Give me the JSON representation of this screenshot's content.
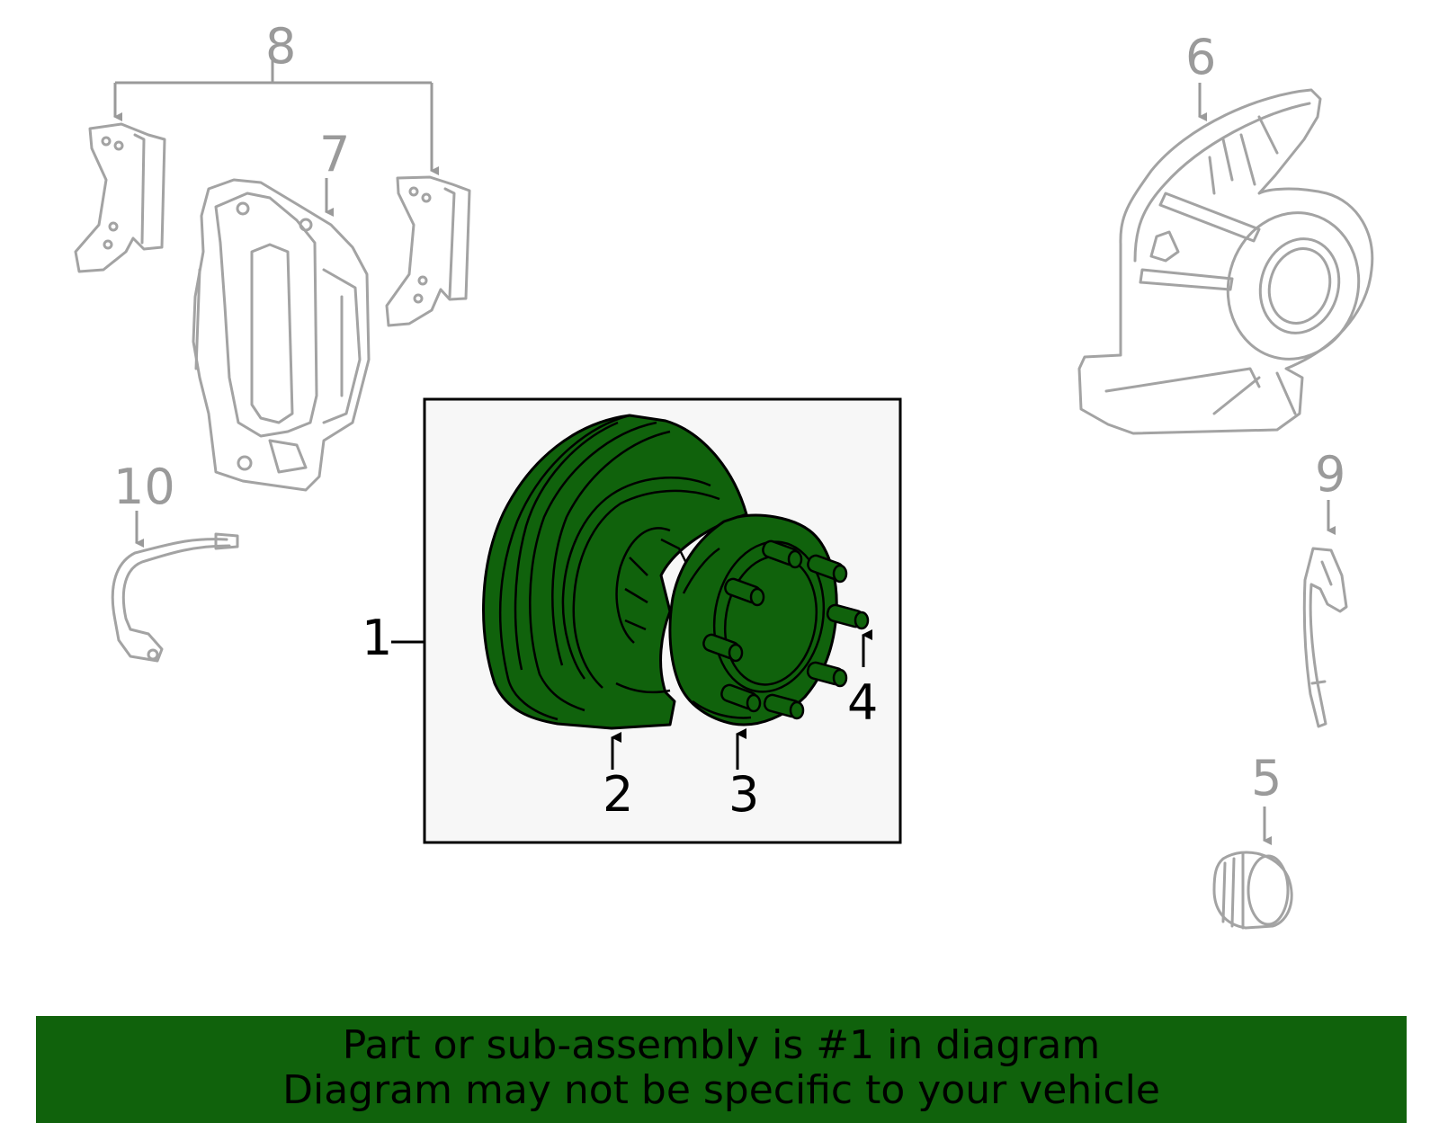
{
  "colors": {
    "highlight": "#10620c",
    "banner_bg": "#10620c",
    "ghost_line": "#a3a3a3",
    "box_bg": "#f7f7f7"
  },
  "callouts": {
    "c1": "1",
    "c2": "2",
    "c3": "3",
    "c4": "4",
    "c5": "5",
    "c6": "6",
    "c7": "7",
    "c8": "8",
    "c9": "9",
    "c10": "10"
  },
  "banner": {
    "line1": "Part or sub-assembly is #1 in diagram",
    "line2": "Diagram may not be specific to your vehicle"
  }
}
